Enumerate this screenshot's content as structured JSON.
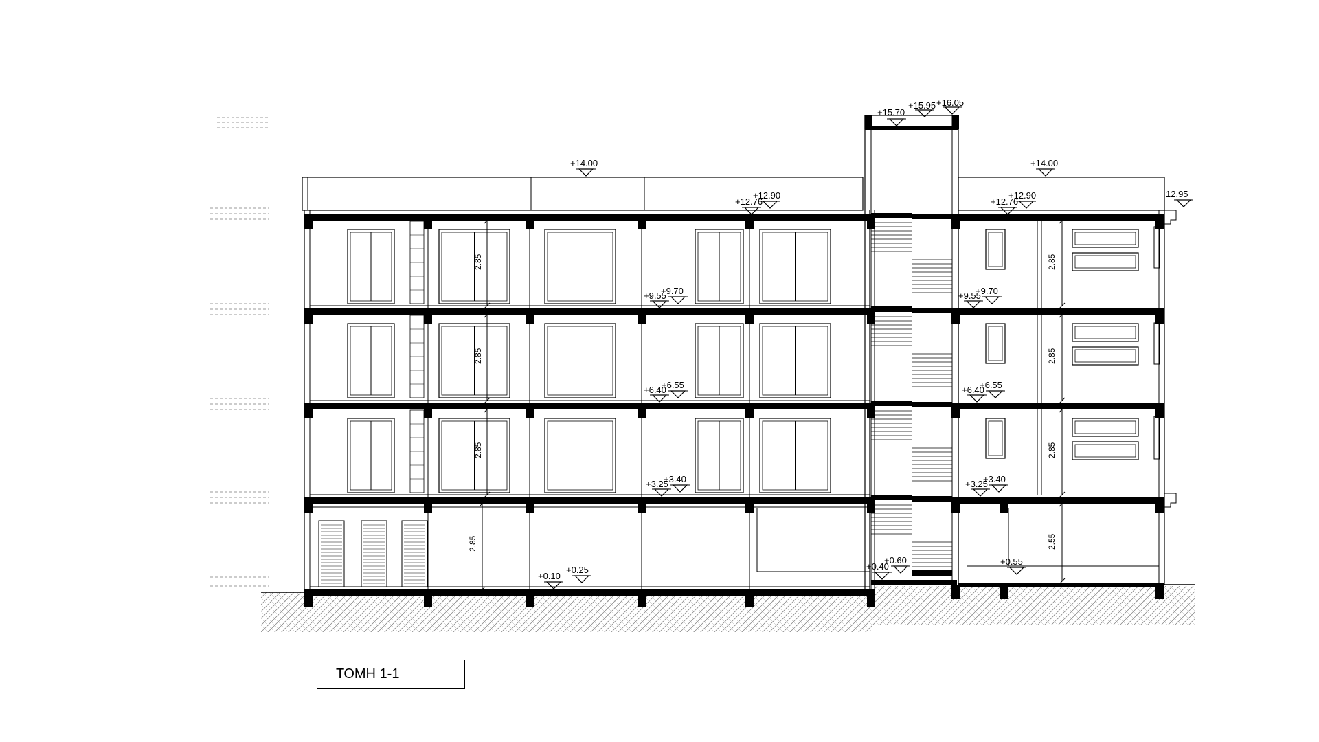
{
  "drawing": {
    "title": "ТОМН 1-1",
    "levels": {
      "stair_top_a": "+15.70",
      "stair_top_b": "+15.95",
      "stair_top_c": "+16.05",
      "left_parapet": "+14.00",
      "right_parapet": "+14.00",
      "left_roof_a": "+12.76",
      "left_roof_b": "+12.90",
      "right_roof_a": "+12.76",
      "right_roof_b": "+12.90",
      "right_edge": "12.95",
      "left_3rd_a": "+9.55",
      "left_3rd_b": "+9.70",
      "right_3rd_a": "+9.55",
      "right_3rd_b": "+9.70",
      "left_2nd_a": "+6.40",
      "left_2nd_b": "+6.55",
      "right_2nd_a": "+6.40",
      "right_2nd_b": "+6.55",
      "left_1st_a": "+3.25",
      "left_1st_b": "+3.40",
      "right_1st_a": "+3.25",
      "right_1st_b": "+3.40",
      "left_ground_a": "+0.10",
      "left_ground_b": "+0.25",
      "stair_ground_a": "+0.40",
      "stair_ground_b": "+0.60",
      "right_ground": "+0.55"
    },
    "dimensions": {
      "left_floor_3": "2.85",
      "left_floor_2": "2.85",
      "left_floor_1": "2.85",
      "left_ground": "2.85",
      "right_floor_3": "2.85",
      "right_floor_2": "2.85",
      "right_floor_1": "2.85",
      "right_ground": "2.55"
    }
  }
}
